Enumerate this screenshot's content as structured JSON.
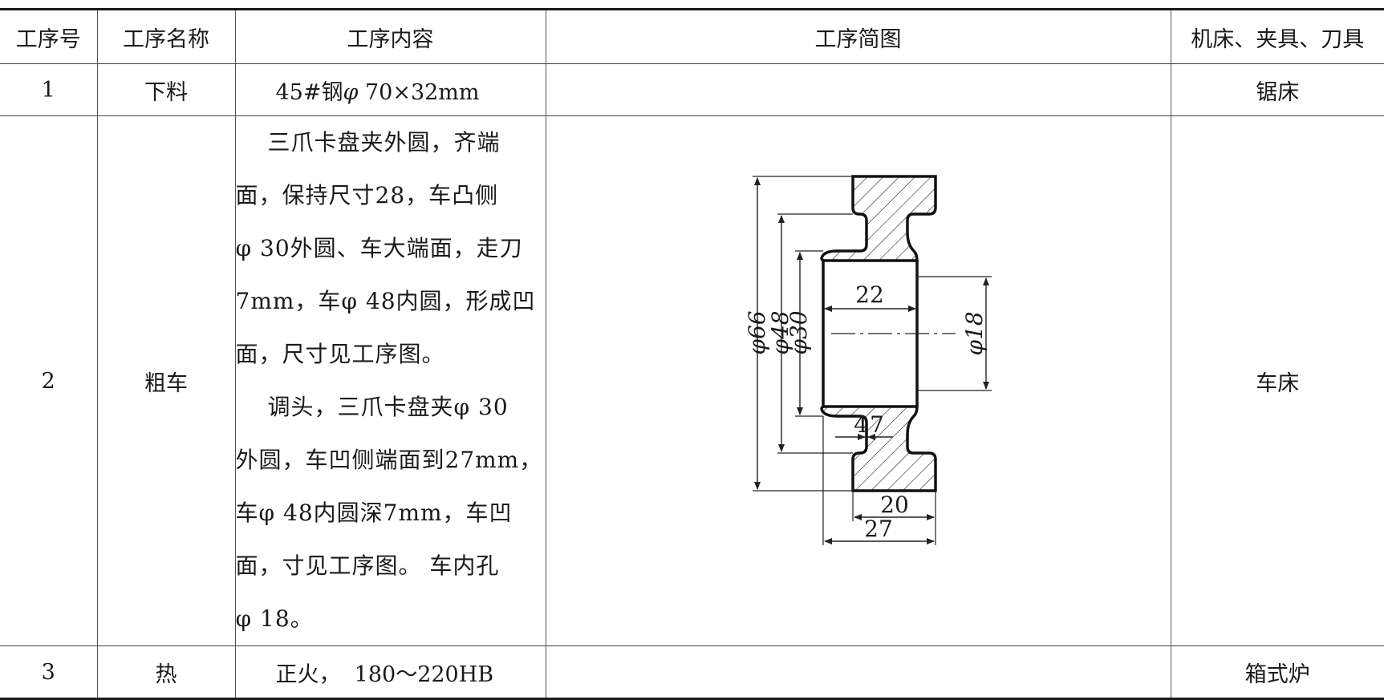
{
  "table": {
    "headers": [
      "工序号",
      "工序名称",
      "工序内容",
      "工序简图",
      "机床、夹具、刀具"
    ],
    "rows": [
      {
        "no": "1",
        "name": "下料",
        "content_prefix": "45#钢",
        "content_phi": "φ",
        "content_rest": " 70×32mm",
        "machine": "锯床"
      },
      {
        "no": "2",
        "name": "粗车",
        "paragraph_1": [
          "三爪卡盘夹外圆，齐端",
          "面，保持尺寸28，车凸侧",
          "φ 30外圆、车大端面，走刀",
          "7mm，车φ 48内圆，形成凹",
          "面，尺寸见工序图。"
        ],
        "paragraph_2": [
          "调头，三爪卡盘夹φ 30",
          "外圆，车凹侧端面到27mm，",
          "车φ 48内圆深7mm，车凹",
          "面，寸见工序图。 车内孔",
          "φ 18。"
        ],
        "machine": "车床"
      },
      {
        "no": "3",
        "name": "热",
        "content": "正火，  180～220HB",
        "machine": "箱式炉"
      }
    ]
  },
  "drawing": {
    "dims": {
      "d66": "φ66",
      "d48": "φ48",
      "d30": "φ30",
      "d18": "φ18",
      "w22": "22",
      "w7": "7",
      "w4": "4",
      "w20": "20",
      "w27": "27"
    }
  }
}
